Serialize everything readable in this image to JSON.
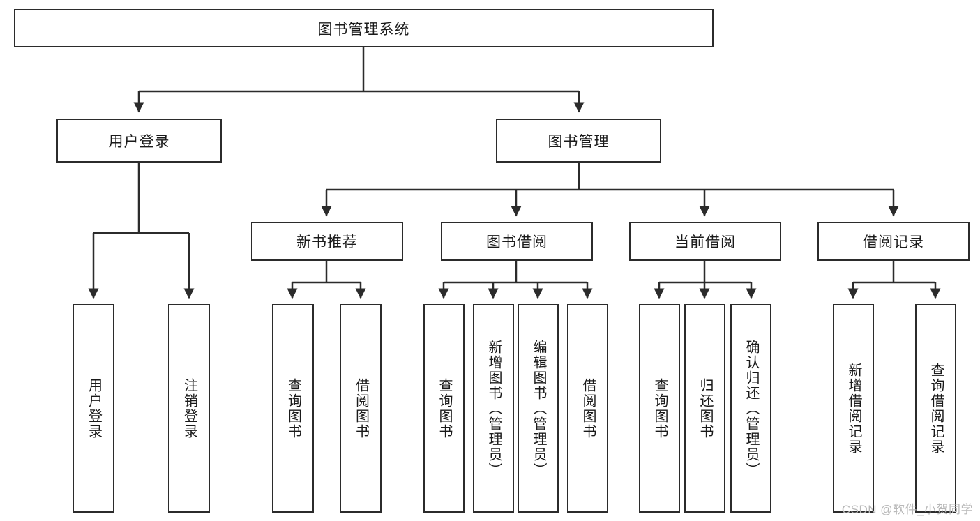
{
  "diagram": {
    "type": "tree-hierarchy",
    "title": "图书管理系统",
    "root": {
      "id": "root",
      "label": "图书管理系统",
      "orientation": "horizontal"
    },
    "level2": [
      {
        "id": "user-login",
        "label": "用户登录",
        "orientation": "horizontal"
      },
      {
        "id": "book-manage",
        "label": "图书管理",
        "orientation": "horizontal"
      }
    ],
    "level3": [
      {
        "id": "new-book-rec",
        "label": "新书推荐",
        "orientation": "horizontal"
      },
      {
        "id": "book-borrow",
        "label": "图书借阅",
        "orientation": "horizontal"
      },
      {
        "id": "current-borrow",
        "label": "当前借阅",
        "orientation": "horizontal"
      },
      {
        "id": "borrow-record",
        "label": "借阅记录",
        "orientation": "horizontal"
      }
    ],
    "leaves": {
      "user_login": [
        {
          "id": "leaf-user-login",
          "label": "用户登录",
          "orientation": "vertical"
        },
        {
          "id": "leaf-logout",
          "label": "注销登录",
          "orientation": "vertical"
        }
      ],
      "new_book_rec": [
        {
          "id": "leaf-query-book-1",
          "label": "查询图书",
          "orientation": "vertical"
        },
        {
          "id": "leaf-borrow-book-1",
          "label": "借阅图书",
          "orientation": "vertical"
        }
      ],
      "book_borrow": [
        {
          "id": "leaf-query-book-2",
          "label": "查询图书",
          "orientation": "vertical"
        },
        {
          "id": "leaf-add-book",
          "label": "新增图书（管理员）",
          "orientation": "vertical"
        },
        {
          "id": "leaf-edit-book",
          "label": "编辑图书（管理员）",
          "orientation": "vertical"
        },
        {
          "id": "leaf-borrow-book-2",
          "label": "借阅图书",
          "orientation": "vertical"
        }
      ],
      "current_borrow": [
        {
          "id": "leaf-query-book-3",
          "label": "查询图书",
          "orientation": "vertical"
        },
        {
          "id": "leaf-return-book",
          "label": "归还图书",
          "orientation": "vertical"
        },
        {
          "id": "leaf-confirm-return",
          "label": "确认归还（管理员）",
          "orientation": "vertical"
        }
      ],
      "borrow_record": [
        {
          "id": "leaf-add-record",
          "label": "新增借阅记录",
          "orientation": "vertical"
        },
        {
          "id": "leaf-query-record",
          "label": "查询借阅记录",
          "orientation": "vertical"
        }
      ]
    },
    "colors": {
      "stroke": "#2b2b2b",
      "fill": "#ffffff",
      "text": "#1a1a1a",
      "watermark": "#b8b8b8"
    }
  },
  "watermark": {
    "text": "CSDN @软件_小贺同学"
  }
}
